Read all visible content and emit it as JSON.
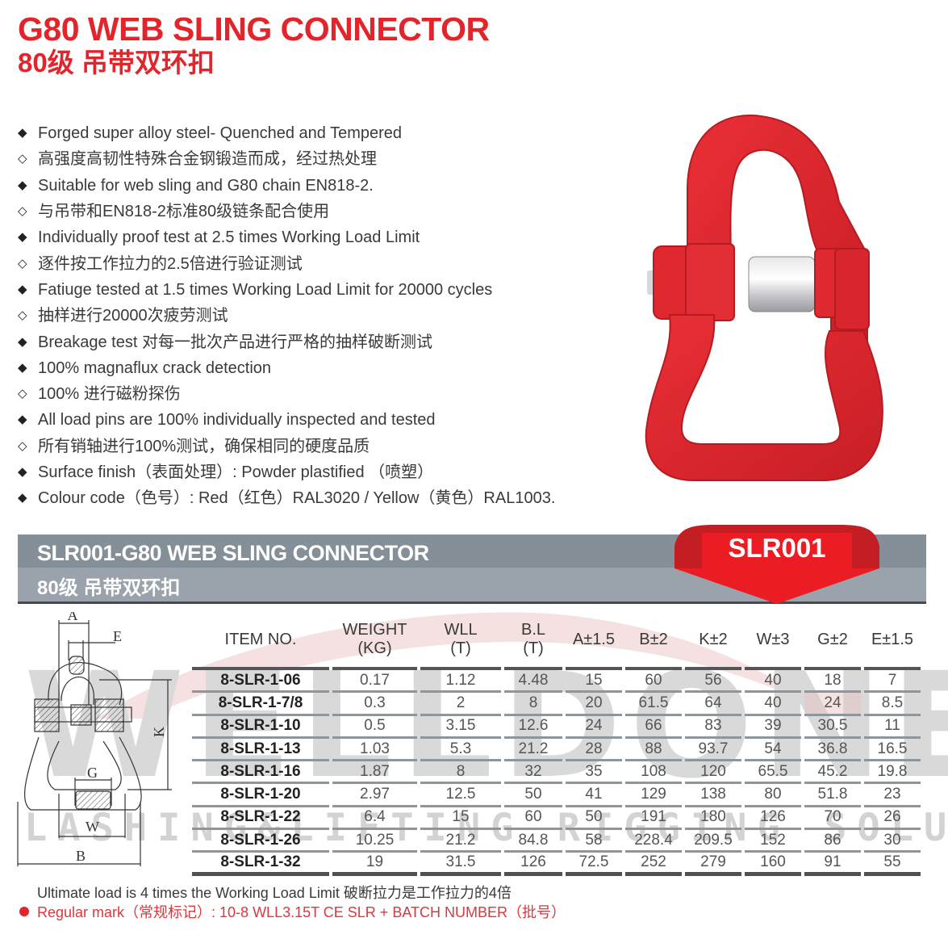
{
  "header": {
    "title_en": "G80 WEB SLING CONNECTOR",
    "title_cn": "80级 吊带双环扣"
  },
  "features": [
    {
      "bullet": "◆",
      "text": "Forged super alloy steel- Quenched and Tempered"
    },
    {
      "bullet": "◇",
      "text": "高强度高韧性特殊合金钢锻造而成，经过热处理"
    },
    {
      "bullet": "◆",
      "text": "Suitable for web sling and G80 chain EN818-2."
    },
    {
      "bullet": "◇",
      "text": "与吊带和EN818-2标准80级链条配合使用"
    },
    {
      "bullet": "◆",
      "text": "Individually proof test at 2.5 times Working Load Limit"
    },
    {
      "bullet": "◇",
      "text": "逐件按工作拉力的2.5倍进行验证测试"
    },
    {
      "bullet": "◆",
      "text": "Fatiuge tested at 1.5 times Working Load Limit for 20000 cycles"
    },
    {
      "bullet": "◇",
      "text": "抽样进行20000次疲劳测试"
    },
    {
      "bullet": "◆",
      "text": "Breakage test 对每一批次产品进行严格的抽样破断测试"
    },
    {
      "bullet": "◆",
      "text": "100% magnaflux crack detection"
    },
    {
      "bullet": "◇",
      "text": "100% 进行磁粉探伤"
    },
    {
      "bullet": "◆",
      "text": "All load pins are 100% individually inspected and tested"
    },
    {
      "bullet": "◇",
      "text": "所有销轴进行100%测试，确保相同的硬度品质"
    },
    {
      "bullet": "◆",
      "text": "Surface finish（表面处理）:  Powder plastified （喷塑）"
    },
    {
      "bullet": "◆",
      "text": "Colour code（色号）:  Red（红色）RAL3020  /  Yellow（黄色）RAL1003."
    }
  ],
  "product_image": {
    "alt": "red G80 web sling connector",
    "color": "#e0262e"
  },
  "banner": {
    "title_en": "SLR001-G80 WEB SLING CONNECTOR",
    "title_cn": "80级 吊带双环扣",
    "badge": "SLR001",
    "badge_color": "#e3242b"
  },
  "watermark": {
    "brand": "WELLDONE",
    "tagline": "LASHING&LIFTING RIGGING SOLUTION"
  },
  "diagram": {
    "labels": {
      "A": "A",
      "E": "E",
      "K": "K",
      "G": "G",
      "W": "W",
      "B": "B"
    }
  },
  "table": {
    "headers": [
      {
        "line1": "ITEM NO.",
        "line2": ""
      },
      {
        "line1": "WEIGHT",
        "line2": "(KG)"
      },
      {
        "line1": "WLL",
        "line2": "(T)"
      },
      {
        "line1": "B.L",
        "line2": "(T)"
      },
      {
        "line1": "A±1.5",
        "line2": ""
      },
      {
        "line1": "B±2",
        "line2": ""
      },
      {
        "line1": "K±2",
        "line2": ""
      },
      {
        "line1": "W±3",
        "line2": ""
      },
      {
        "line1": "G±2",
        "line2": ""
      },
      {
        "line1": "E±1.5",
        "line2": ""
      }
    ],
    "rows": [
      [
        "8-SLR-1-06",
        "0.17",
        "1.12",
        "4.48",
        "15",
        "60",
        "56",
        "40",
        "18",
        "7"
      ],
      [
        "8-SLR-1-7/8",
        "0.3",
        "2",
        "8",
        "20",
        "61.5",
        "64",
        "40",
        "24",
        "8.5"
      ],
      [
        "8-SLR-1-10",
        "0.5",
        "3.15",
        "12.6",
        "24",
        "66",
        "83",
        "39",
        "30.5",
        "11"
      ],
      [
        "8-SLR-1-13",
        "1.03",
        "5.3",
        "21.2",
        "28",
        "88",
        "93.7",
        "54",
        "36.8",
        "16.5"
      ],
      [
        "8-SLR-1-16",
        "1.87",
        "8",
        "32",
        "35",
        "108",
        "120",
        "65.5",
        "45.2",
        "19.8"
      ],
      [
        "8-SLR-1-20",
        "2.97",
        "12.5",
        "50",
        "41",
        "129",
        "138",
        "80",
        "51.8",
        "23"
      ],
      [
        "8-SLR-1-22",
        "6.4",
        "15",
        "60",
        "50",
        "191",
        "180",
        "126",
        "70",
        "26"
      ],
      [
        "8-SLR-1-26",
        "10.25",
        "21.2",
        "84.8",
        "58",
        "228.4",
        "209.5",
        "152",
        "86",
        "30"
      ],
      [
        "8-SLR-1-32",
        "19",
        "31.5",
        "126",
        "72.5",
        "252",
        "279",
        "160",
        "91",
        "55"
      ]
    ]
  },
  "footer": {
    "note": "Ultimate load is 4 times the Working Load Limit 破断拉力是工作拉力的4倍",
    "mark": "Regular mark（常规标记）:  10-8  WLL3.15T  CE  SLR  + BATCH NUMBER（批号）"
  }
}
